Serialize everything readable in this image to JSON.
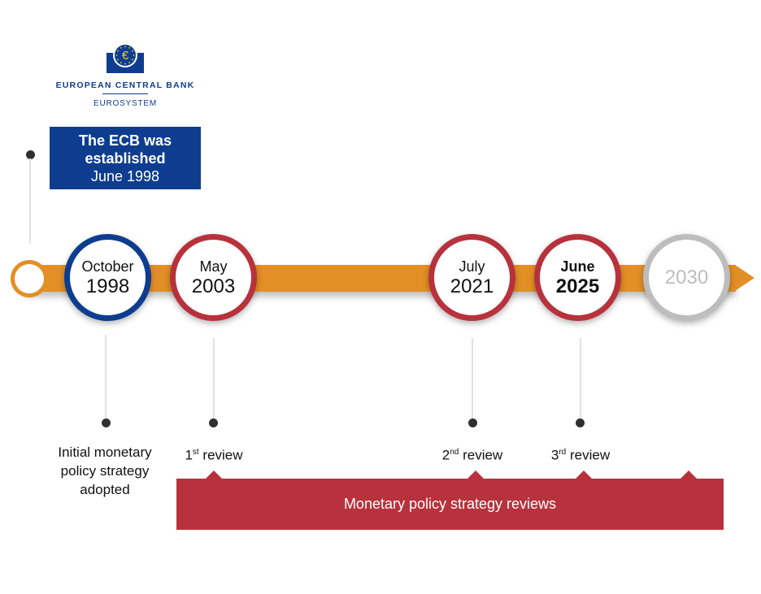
{
  "logo": {
    "name": "EUROPEAN CENTRAL BANK",
    "subtitle": "EUROSYSTEM",
    "symbol": "€"
  },
  "established": {
    "line1": "The ECB was",
    "line2": "established",
    "date": "June 1998"
  },
  "milestones": [
    {
      "month": "October",
      "year": "1998",
      "color": "#0e3d90"
    },
    {
      "month": "May",
      "year": "2003",
      "color": "#b7323c"
    },
    {
      "month": "July",
      "year": "2021",
      "color": "#b7323c"
    },
    {
      "month": "June",
      "year": "2025",
      "color": "#b7323c",
      "current": true
    },
    {
      "month": "",
      "year": "2030",
      "color": "#bdbdbd",
      "future": true
    }
  ],
  "labels": {
    "initial": [
      "Initial monetary",
      "policy strategy",
      "adopted"
    ],
    "review1": {
      "num": "1",
      "sup": "st",
      "text": " review"
    },
    "review2": {
      "num": "2",
      "sup": "nd",
      "text": " review"
    },
    "review3": {
      "num": "3",
      "sup": "rd",
      "text": " review"
    }
  },
  "band": "Monetary policy strategy reviews",
  "colors": {
    "blue": "#0e3d90",
    "red": "#b7323c",
    "orange": "#e38f26",
    "grey": "#bdbdbd"
  }
}
